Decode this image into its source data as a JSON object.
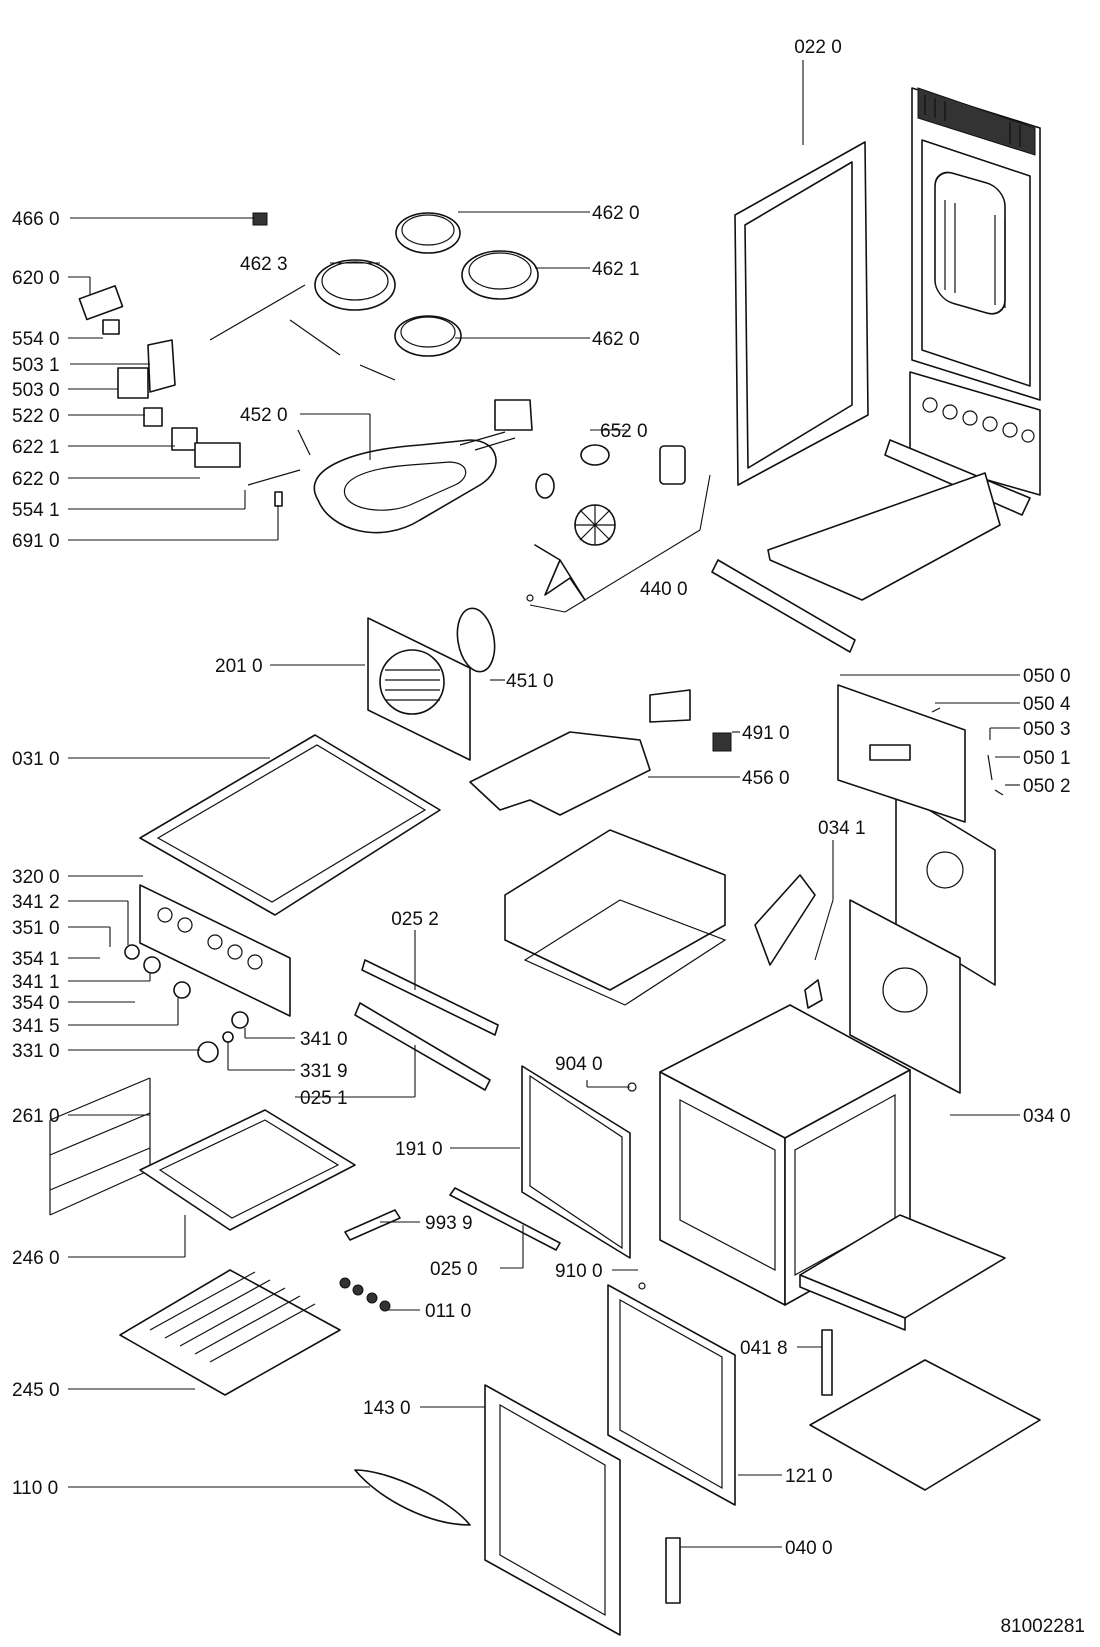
{
  "document_number": "81002281",
  "labels": {
    "p0220": "022 0",
    "p4660": "466 0",
    "p4620a": "462 0",
    "p4623": "462 3",
    "p4621": "462 1",
    "p4620b": "462 0",
    "p6200": "620 0",
    "p5540": "554 0",
    "p5031": "503 1",
    "p5030": "503 0",
    "p5220": "522 0",
    "p6221": "622 1",
    "p6220": "622 0",
    "p5541": "554 1",
    "p6910": "691 0",
    "p4520": "452 0",
    "p6520": "652 0",
    "p4400": "440 0",
    "p2010": "201 0",
    "p4510": "451 0",
    "p0500": "050 0",
    "p0504": "050 4",
    "p0503": "050 3",
    "p0501": "050 1",
    "p0502": "050 2",
    "p0310": "031 0",
    "p4910": "491 0",
    "p4560": "456 0",
    "p0341": "034 1",
    "p3200": "320 0",
    "p3412": "341 2",
    "p3510": "351 0",
    "p3541": "354 1",
    "p3411": "341 1",
    "p3540": "354 0",
    "p3415": "341 5",
    "p3310": "331 0",
    "p0252": "025 2",
    "p3410": "341 0",
    "p3319": "331 9",
    "p0251": "025 1",
    "p9040": "904 0",
    "p0340": "034 0",
    "p2610": "261 0",
    "p1910": "191 0",
    "p9939": "993 9",
    "p2460": "246 0",
    "p0250": "025 0",
    "p9100": "910 0",
    "p0110": "011 0",
    "p0418": "041 8",
    "p2450": "245 0",
    "p1430": "143 0",
    "p1210": "121 0",
    "p1100": "110 0",
    "p0400": "040 0"
  }
}
